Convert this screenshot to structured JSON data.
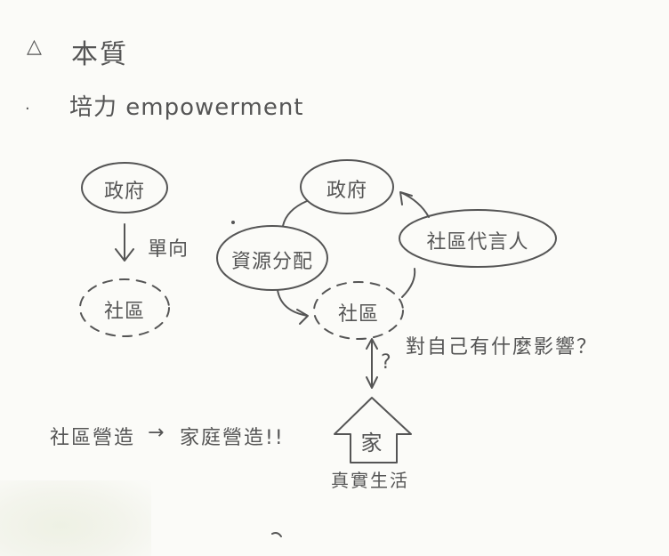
{
  "heading": {
    "bullet": "△",
    "title": "本質"
  },
  "subheading": {
    "bullet": "·",
    "text": "培力 empowerment"
  },
  "left_diagram": {
    "government": "政府",
    "arrow_label": "單向",
    "community": "社區"
  },
  "right_diagram": {
    "government": "政府",
    "resource_allocation": "資源分配",
    "community_spokesperson": "社區代言人",
    "community": "社區",
    "question_mark": "?",
    "impact_question": "對自己有什麼影響？",
    "home": "家",
    "home_caption": "真實生活"
  },
  "bottom_note": {
    "left": "社區營造",
    "arrow": "→",
    "right": "家庭營造!!"
  }
}
